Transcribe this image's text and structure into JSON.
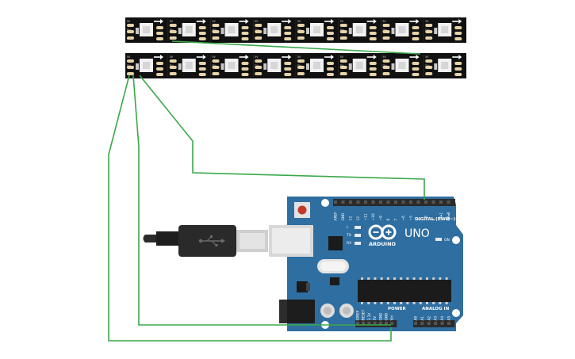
{
  "strips": [
    {
      "led_count": 8,
      "pad_labels": [
        "5V",
        "Din",
        "GND"
      ]
    },
    {
      "led_count": 8,
      "pad_labels": [
        "5V",
        "Din",
        "GND"
      ]
    }
  ],
  "arduino": {
    "brand": "ARDUINO",
    "model": "UNO",
    "digital_header_label": "DIGITAL (PWM~)",
    "digital_pins": [
      "AREF",
      "GND",
      "13",
      "12",
      "~11",
      "~10",
      "~9",
      "8",
      "7",
      "~6",
      "~5",
      "4",
      "~3",
      "2",
      "TX▸1",
      "RX◂0"
    ],
    "leds": [
      "L",
      "TX",
      "RX"
    ],
    "on_label": "ON",
    "power_header_label": "POWER",
    "power_pins": [
      "IOREF",
      "RESET",
      "3.3V",
      "5V",
      "GND",
      "GND",
      "Vin"
    ],
    "analog_header_label": "ANALOG IN",
    "analog_pins": [
      "A0",
      "A1",
      "A2",
      "A3",
      "A4",
      "A5"
    ]
  },
  "colors": {
    "board": "#2f6ea0",
    "board_dark": "#1f5585",
    "wire": "#3aa84a",
    "strip": "#111111",
    "pad": "#e6d3a8",
    "header": "#2b2b2b"
  },
  "icons": {
    "logo": "infinity-logo-icon",
    "usb": "usb-symbol-icon",
    "led_arrow": "arrow-right-icon"
  }
}
